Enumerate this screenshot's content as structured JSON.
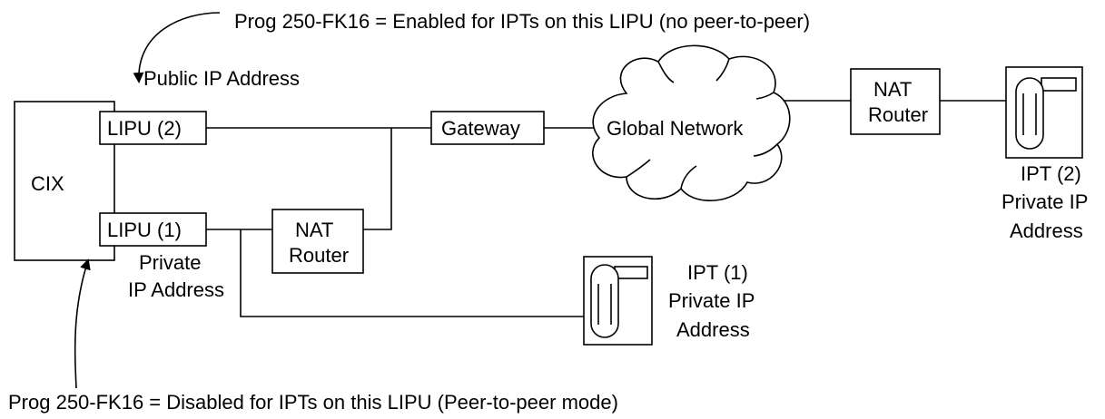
{
  "annotations": {
    "top_note": "Prog 250-FK16 = Enabled for IPTs on this LIPU (no peer-to-peer)",
    "public_ip": "Public IP Address",
    "bottom_note": "Prog 250-FK16 = Disabled for IPTs on this LIPU (Peer-to-peer mode)"
  },
  "nodes": {
    "cix": "CIX",
    "lipu2": "LIPU (2)",
    "lipu1": "LIPU (1)",
    "lipu1_private_line1": "Private",
    "lipu1_private_line2": "IP Address",
    "nat_router_local_line1": "NAT",
    "nat_router_local_line2": "Router",
    "gateway": "Gateway",
    "global_network": "Global Network",
    "nat_router_remote_line1": "NAT",
    "nat_router_remote_line2": "Router",
    "ipt2_line1": "IPT (2)",
    "ipt2_line2": "Private IP",
    "ipt2_line3": "Address",
    "ipt1_line1": "IPT (1)",
    "ipt1_line2": "Private IP",
    "ipt1_line3": "Address"
  },
  "icons": {
    "ip_phone": "ip-phone-icon",
    "cloud": "cloud-icon"
  }
}
